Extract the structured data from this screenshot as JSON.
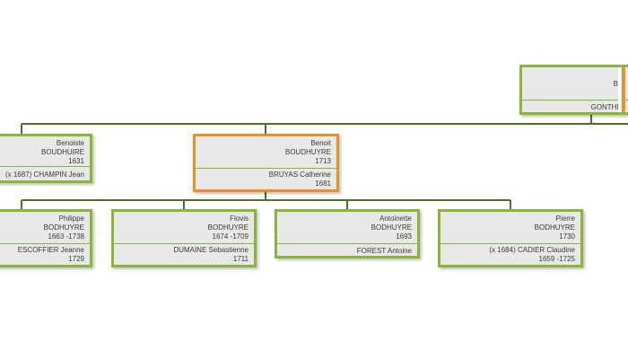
{
  "colors": {
    "card_border": "#8bb43a",
    "selected_border": "#e8912b",
    "card_background": "#e8e8e8",
    "connector_line": "#4f6f2c",
    "text": "#3a3a3a"
  },
  "root": {
    "name": "B",
    "spouse": "GONTHIE"
  },
  "gen2": [
    {
      "first_name": "Benoiste",
      "surname": "BOUDHUIRE",
      "dates": "1631",
      "spouse": "(x 1687)  CHAMPIN  Jean"
    },
    {
      "first_name": "Benoit",
      "surname": "BOUDHUYRE",
      "dates": "1713",
      "spouse": "BRUYAS  Catherine",
      "spouse_dates": "1681",
      "selected": true
    }
  ],
  "gen3": [
    {
      "first_name": "Philippe",
      "surname": "BODHUYRE",
      "dates": "1663  -1738",
      "spouse": "ESCOFFIER  Jeanne",
      "spouse_dates": "1729"
    },
    {
      "first_name": "Flovis",
      "surname": "BODHUYRE",
      "dates": "1674  -1709",
      "spouse": "DUMAINE  Sebastienne",
      "spouse_dates": "1711"
    },
    {
      "first_name": "Antoinette",
      "surname": "BODHUYRE",
      "dates": "1693",
      "spouse": "FOREST  Antoine"
    },
    {
      "first_name": "Pierre",
      "surname": "BODHUYRE",
      "dates": "1730",
      "spouse": "(x 1684)  CADIER  Claudine",
      "spouse_dates": "1659  -1725"
    }
  ]
}
